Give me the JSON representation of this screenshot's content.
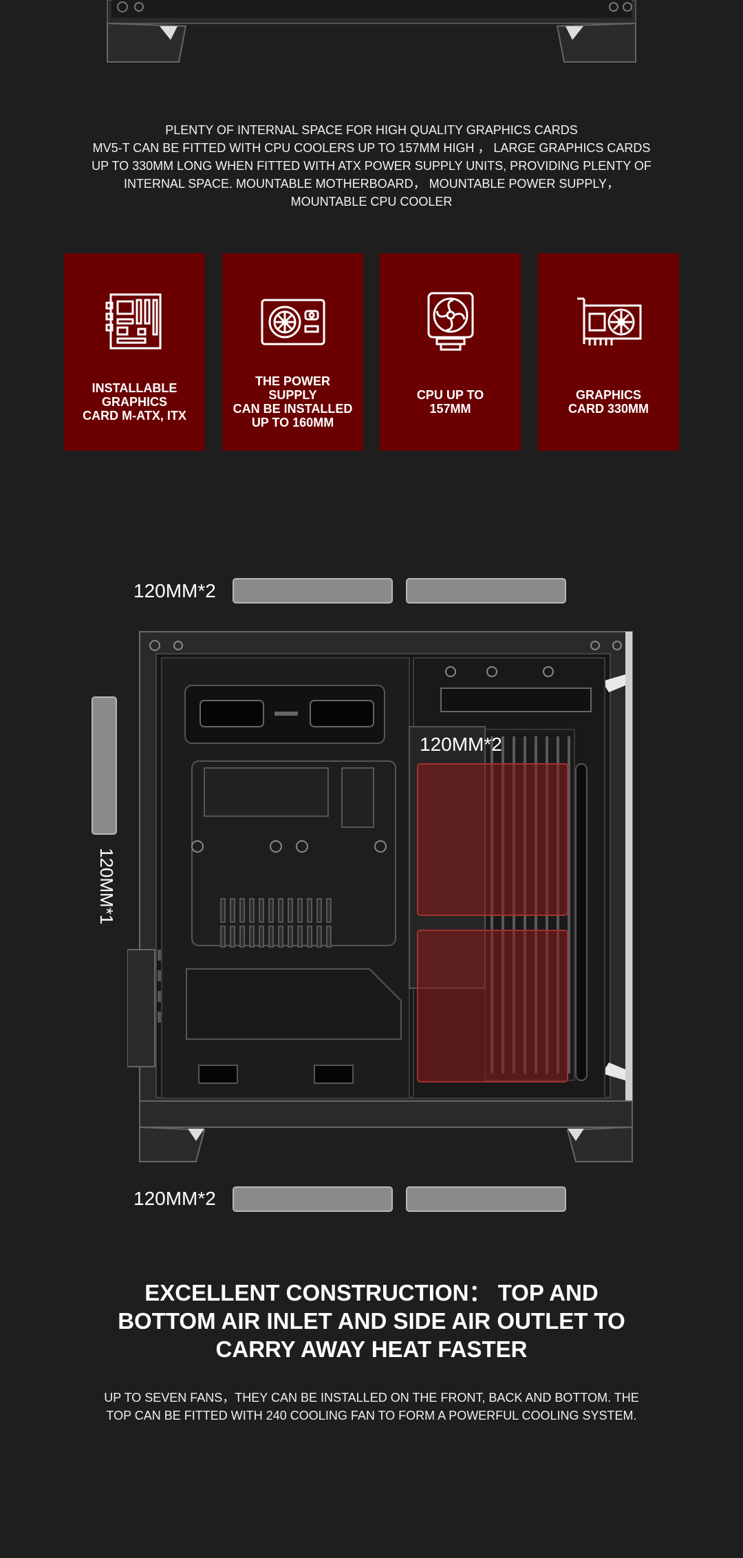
{
  "intro": {
    "lines": [
      "PLENTY OF INTERNAL SPACE FOR HIGH QUALITY GRAPHICS CARDS",
      "MV5-T CAN BE FITTED WITH CPU COOLERS UP TO 157MM HIGH ， LARGE GRAPHICS CARDS",
      "UP TO 330MM LONG WHEN FITTED WITH ATX POWER SUPPLY UNITS, PROVIDING PLENTY OF",
      "INTERNAL SPACE. MOUNTABLE MOTHERBOARD， MOUNTABLE POWER SUPPLY，",
      "MOUNTABLE CPU COOLER"
    ]
  },
  "features": [
    {
      "icon": "motherboard-icon",
      "lines": [
        "INSTALLABLE",
        "GRAPHICS",
        "CARD M-ATX, ITX"
      ]
    },
    {
      "icon": "power-supply-icon",
      "lines": [
        "THE POWER SUPPLY",
        "CAN BE INSTALLED",
        "UP TO 160MM"
      ]
    },
    {
      "icon": "cpu-cooler-icon",
      "lines": [
        "CPU UP TO",
        "157MM"
      ]
    },
    {
      "icon": "graphics-card-icon",
      "lines": [
        "GRAPHICS",
        "CARD 330MM"
      ]
    }
  ],
  "fans": {
    "top_label": "120MM*2",
    "side_label": "120MM*1",
    "front_label": "120MM*2",
    "bottom_label": "120MM*2"
  },
  "headline": {
    "lines": [
      "EXCELLENT CONSTRUCTION： TOP AND",
      "BOTTOM AIR INLET AND SIDE  AIR OUTLET TO",
      "CARRY AWAY HEAT FASTER"
    ]
  },
  "sub": {
    "lines": [
      "UP TO SEVEN FANS，THEY CAN BE INSTALLED ON THE FRONT, BACK AND BOTTOM. THE",
      "TOP CAN BE FITTED WITH 240 COOLING FAN TO FORM A POWERFUL COOLING SYSTEM."
    ]
  },
  "colors": {
    "background": "#1e1e1e",
    "feature_card": "#6a0000",
    "fan_zone": "#8a1a1a"
  }
}
